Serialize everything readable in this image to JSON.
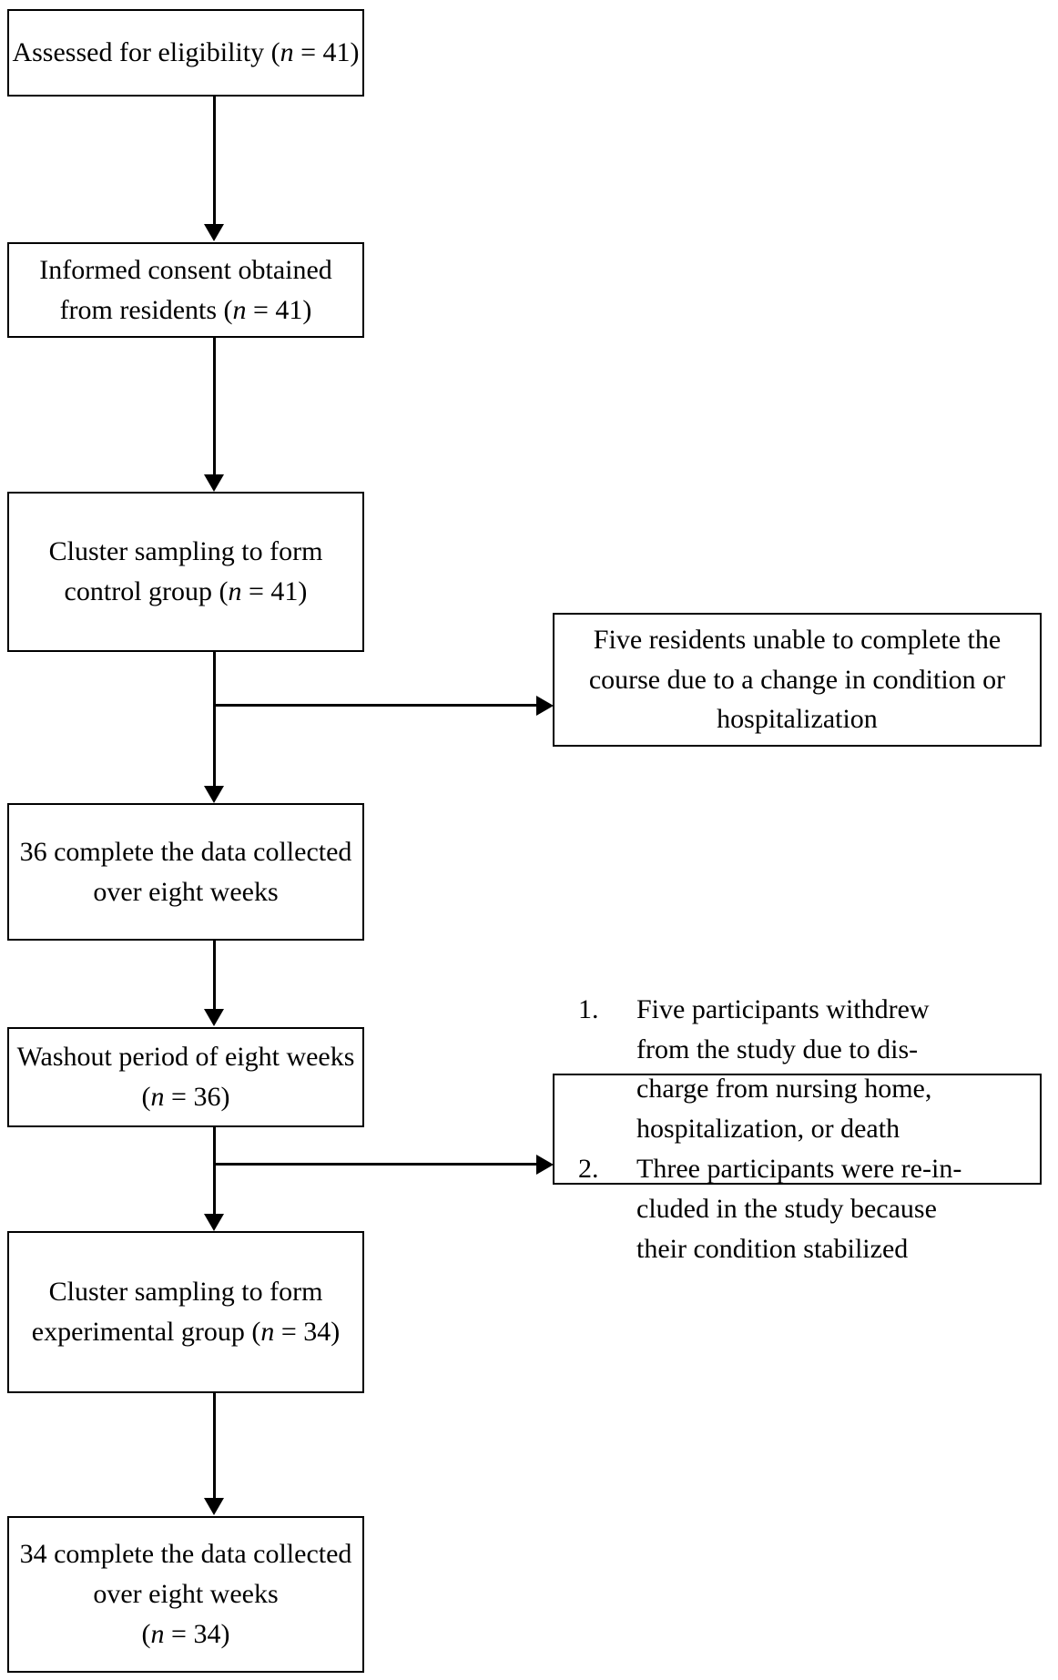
{
  "figure": {
    "type": "flowchart",
    "title": "Participant flow diagram",
    "stroke_color": "#000000",
    "background_color": "#ffffff"
  },
  "nodes": [
    {
      "id": "assessed",
      "lines": [
        "Assessed for eligibility (n = 41)"
      ]
    },
    {
      "id": "consent",
      "lines": [
        "Informed consent obtained",
        "from residents (n = 41)"
      ]
    },
    {
      "id": "cluster-control",
      "lines": [
        "Cluster sampling to form",
        "control group (n = 41)"
      ]
    },
    {
      "id": "complete-36",
      "lines": [
        "36 complete the data collected",
        "over eight weeks"
      ]
    },
    {
      "id": "washout",
      "lines": [
        "Washout period of eight weeks",
        "(n = 36)"
      ]
    },
    {
      "id": "cluster-experimental",
      "lines": [
        "Cluster sampling to form",
        "experimental group (n = 34)"
      ]
    },
    {
      "id": "complete-34",
      "lines": [
        "34 complete the data collected",
        "over eight weeks",
        "(n = 34)"
      ]
    }
  ],
  "side_notes": [
    {
      "id": "dropouts-control",
      "lines": [
        "Five residents unable to complete the",
        "course due to a change in condition or",
        "hospitalization"
      ]
    },
    {
      "id": "dropouts-washout",
      "items": [
        {
          "number": "1.",
          "lines": [
            "Five participants withdrew",
            "from the study due to dis-",
            "charge from nursing home,",
            "hospitalization, or death"
          ]
        },
        {
          "number": "2.",
          "lines": [
            "Three participants were re-in-",
            "cluded in the study because",
            "their condition stabilized"
          ]
        }
      ]
    }
  ]
}
